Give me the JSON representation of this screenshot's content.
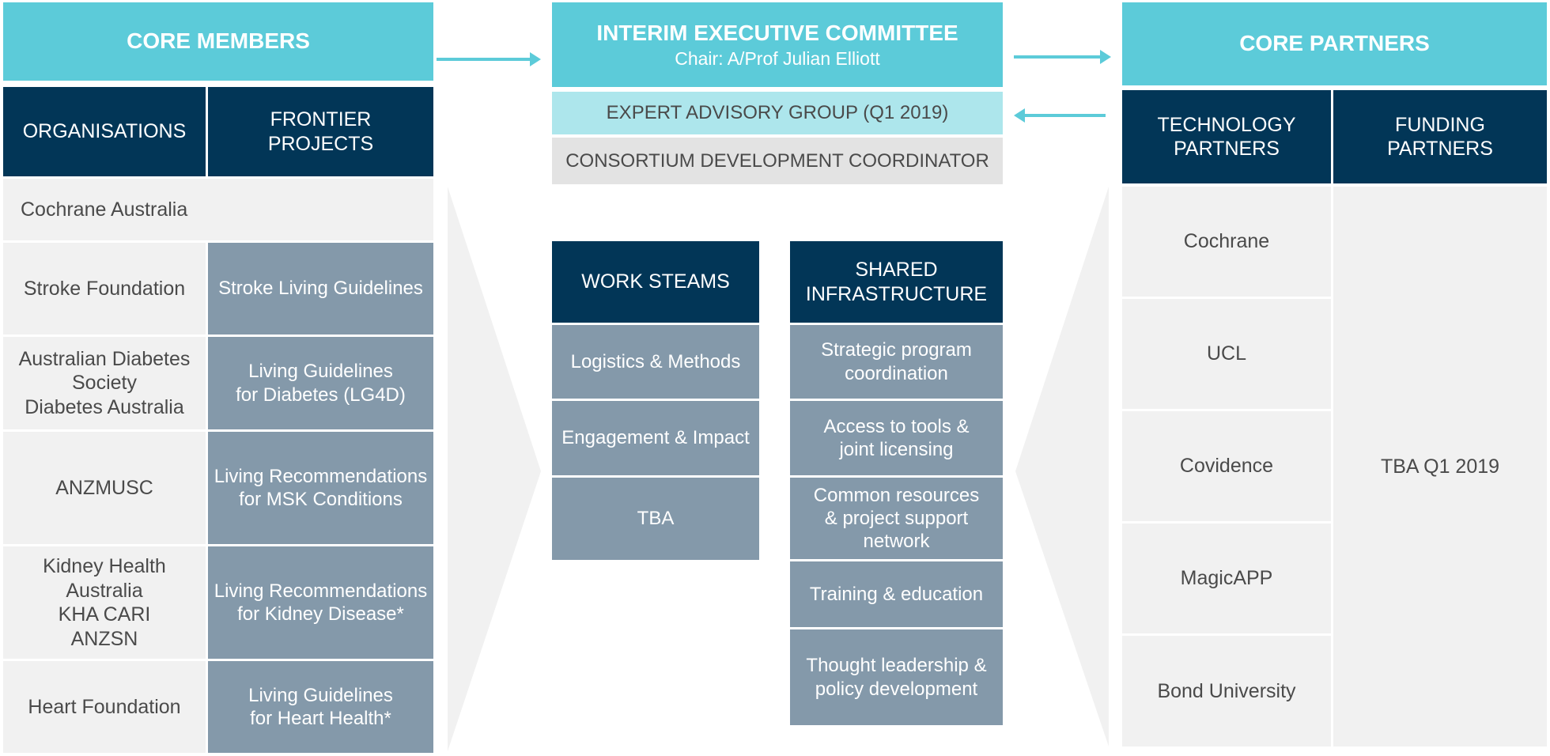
{
  "core_members": {
    "title": "CORE MEMBERS",
    "col_org": "ORGANISATIONS",
    "col_projects": "FRONTIER\nPROJECTS",
    "rows": [
      {
        "org": "Cochrane Australia",
        "project": ""
      },
      {
        "org": "Stroke Foundation",
        "project": "Stroke Living Guidelines"
      },
      {
        "org": "Australian Diabetes\nSociety\nDiabetes Australia",
        "project": "Living Guidelines\nfor Diabetes (LG4D)"
      },
      {
        "org": "ANZMUSC",
        "project": "Living Recommendations\nfor MSK Conditions"
      },
      {
        "org": "Kidney Health\nAustralia\nKHA CARI\nANZSN",
        "project": "Living Recommendations\nfor Kidney Disease*"
      },
      {
        "org": "Heart Foundation",
        "project": "Living Guidelines\nfor Heart Health*"
      }
    ]
  },
  "committee": {
    "title": "INTERIM EXECUTIVE COMMITTEE",
    "chair": "Chair: A/Prof Julian Elliott",
    "advisory": "EXPERT ADVISORY GROUP (Q1 2019)",
    "coordinator": "CONSORTIUM DEVELOPMENT COORDINATOR"
  },
  "work_streams": {
    "title": "WORK STEAMS",
    "items": [
      "Logistics & Methods",
      "Engagement & Impact",
      "TBA"
    ]
  },
  "shared_infrastructure": {
    "title": "SHARED\nINFRASTRUCTURE",
    "items": [
      "Strategic program\ncoordination",
      "Access to tools &\njoint licensing",
      "Common resources\n& project support\nnetwork",
      "Training & education",
      "Thought leadership &\npolicy development"
    ]
  },
  "core_partners": {
    "title": "CORE PARTNERS",
    "col_tech": "TECHNOLOGY\nPARTNERS",
    "col_funding": "FUNDING\nPARTNERS",
    "tech": [
      "Cochrane",
      "UCL",
      "Covidence",
      "MagicAPP",
      "Bond University"
    ],
    "funding": "TBA Q1 2019"
  },
  "colors": {
    "cyan": "#5ccbd9",
    "navy": "#023657",
    "slate": "#8499aa",
    "light_cyan": "#ade6ec",
    "light_gray": "#f1f1f1"
  }
}
